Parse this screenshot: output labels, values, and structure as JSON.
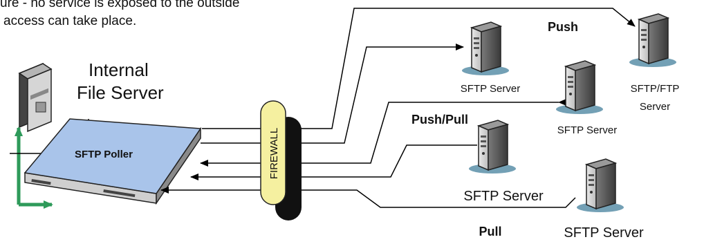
{
  "caption": {
    "line1": "ure - no service is exposed to the outside",
    "line2": "access can take place."
  },
  "internal": {
    "label_line1": "Internal",
    "label_line2": "File Server",
    "poller_label": "SFTP Poller"
  },
  "firewall": {
    "label": "FIREWALL"
  },
  "modes": {
    "push": "Push",
    "push_pull": "Push/Pull",
    "pull": "Pull"
  },
  "servers": [
    {
      "label_line1": "SFTP Server",
      "label_line2": ""
    },
    {
      "label_line1": "SFTP/FTP",
      "label_line2": "Server"
    },
    {
      "label_line1": "SFTP Server",
      "label_line2": ""
    },
    {
      "label_line1": "SFTP Server",
      "label_line2": ""
    },
    {
      "label_line1": "SFTP Server",
      "label_line2": ""
    }
  ],
  "colors": {
    "firewall_fill": "#f5f0a0",
    "poller_top": "#a9c4ea",
    "axis_green": "#2e9a5a",
    "server_shadow": "#5b8fa8"
  }
}
